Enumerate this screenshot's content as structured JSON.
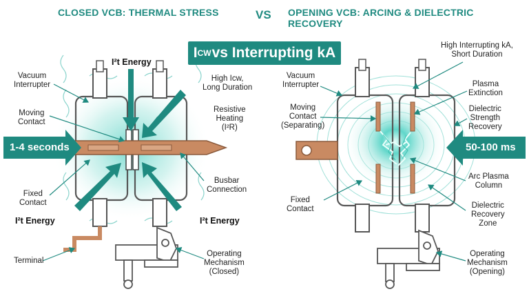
{
  "header": {
    "left_title": "CLOSED VCB: THERMAL STRESS",
    "vs": "VS",
    "right_title": "OPENING VCB: ARCING & DIELECTRIC RECOVERY"
  },
  "banner": {
    "prefix": "I",
    "sub": "CW",
    "rest": " vs Interrupting kA"
  },
  "left": {
    "i2t_top": "I²t Energy",
    "vacuum_interrupter": "Vacuum\nInterrupter",
    "moving_contact": "Moving\nContact",
    "duration_arrow": "1-4 seconds",
    "fixed_contact": "Fixed\nContact",
    "i2t_bottom_left": "I²t Energy",
    "i2t_bottom_right": "I²t Energy",
    "terminal": "Terminal",
    "high_icw": "High Icw,\nLong Duration",
    "resistive_heating": "Resistive\nHeating\n(I²R)",
    "busbar_connection": "Busbar\nConnection",
    "operating_mechanism": "Operating\nMechanism\n(Closed)"
  },
  "right": {
    "vacuum_interrupter": "Vacuum\nInterrupter",
    "moving_contact": "Moving\nContact\n(Separating)",
    "fixed_contact": "Fixed\nContact",
    "high_interrupting": "High Interrupting kA,\nShort Duration",
    "plasma_extinction": "Plasma\nExtinction",
    "dielectric_strength": "Dielectric\nStrength\nRecovery",
    "duration_arrow": "50-100 ms",
    "arc_plasma": "Arc Plasma\nColumn",
    "dielectric_zone": "Dielectric\nRecovery\nZone",
    "operating_mechanism": "Operating\nMechanism\n(Opening)"
  },
  "colors": {
    "teal": "#1f8a80",
    "copper": "#c98a62",
    "glow": "#5fd3c7",
    "outline": "#4a4a4a"
  }
}
